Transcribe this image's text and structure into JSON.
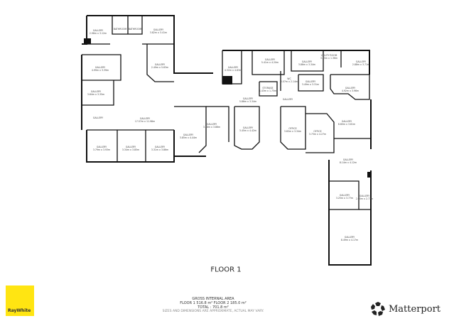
{
  "floor_title": "FLOOR 1",
  "rooms": [
    {
      "name": "GALLERY",
      "dims": "2.96m x 3.12m"
    },
    {
      "name": "BATHROOM",
      "dims": ""
    },
    {
      "name": "BATHROOM",
      "dims": ""
    },
    {
      "name": "GALLERY",
      "dims": "3.82m x 3.41m"
    },
    {
      "name": "GALLERY",
      "dims": "2.49m x 5.63m"
    },
    {
      "name": "GALLERY",
      "dims": "4.99m x 3.39m"
    },
    {
      "name": "GALLERY",
      "dims": "3.84m x 3.35m"
    },
    {
      "name": "GALLERY",
      "dims": ""
    },
    {
      "name": "GALLERY",
      "dims": "17.57m x 11.98m"
    },
    {
      "name": "GALLERY",
      "dims": "3.79m x 3.93m"
    },
    {
      "name": "GALLERY",
      "dims": "3.34m x 3.85m"
    },
    {
      "name": "GALLERY",
      "dims": "3.31m x 3.86m"
    },
    {
      "name": "GALLERY",
      "dims": "3.85m x 4.44m"
    },
    {
      "name": "GALLERY",
      "dims": "3.38m x 3.86m"
    },
    {
      "name": "GALLERY",
      "dims": "4.32m x 4.83m"
    },
    {
      "name": "GALLERY",
      "dims": "5.41m x 4.20m"
    },
    {
      "name": "GALLERY",
      "dims": "3.86m x 3.34m"
    },
    {
      "name": "UTILITY ROOM",
      "dims": "3.35m x 1.36m"
    },
    {
      "name": "GALLERY",
      "dims": "2.88m x 3.71m"
    },
    {
      "name": "GALLERY",
      "dims": "4.92m x 3.96m"
    },
    {
      "name": "GALLERY",
      "dims": "3.49m x 3.31m"
    },
    {
      "name": "STORAGE",
      "dims": "1.43m x 1.75m"
    },
    {
      "name": "WC",
      "dims": "2.07m x 2.14m"
    },
    {
      "name": "GALLERY",
      "dims": "5.86m x 3.34m"
    },
    {
      "name": "GALLERY",
      "dims": ""
    },
    {
      "name": "GALLERY",
      "dims": "3.45m x 4.42m"
    },
    {
      "name": "OFFICE",
      "dims": "3.65m x 3.34m"
    },
    {
      "name": "OFFICE",
      "dims": "3.73m x 4.27m"
    },
    {
      "name": "GALLERY",
      "dims": "6.80m x 3.81m"
    },
    {
      "name": "GALLERY",
      "dims": "8.14m x 4.12m"
    },
    {
      "name": "GALLERY",
      "dims": "3.25m x 3.77m"
    },
    {
      "name": "GALLERY",
      "dims": "2.90m x 2.77m"
    },
    {
      "name": "GALLERY",
      "dims": "8.49m x 4.17m"
    }
  ],
  "area": {
    "heading": "GROSS INTERNAL AREA",
    "floors": "FLOOR 1 516.8 m²   FLOOR 2 185.0 m²",
    "total": "TOTAL :  701.8 m²",
    "disclaimer": "SIZES AND DIMENSIONS ARE APPROXIMATE, ACTUAL MAY VARY."
  },
  "agency_logo": "RayWhite",
  "brand_logo": "Matterport",
  "colors": {
    "walls": "#111111",
    "logo_yellow": "#ffe512"
  }
}
